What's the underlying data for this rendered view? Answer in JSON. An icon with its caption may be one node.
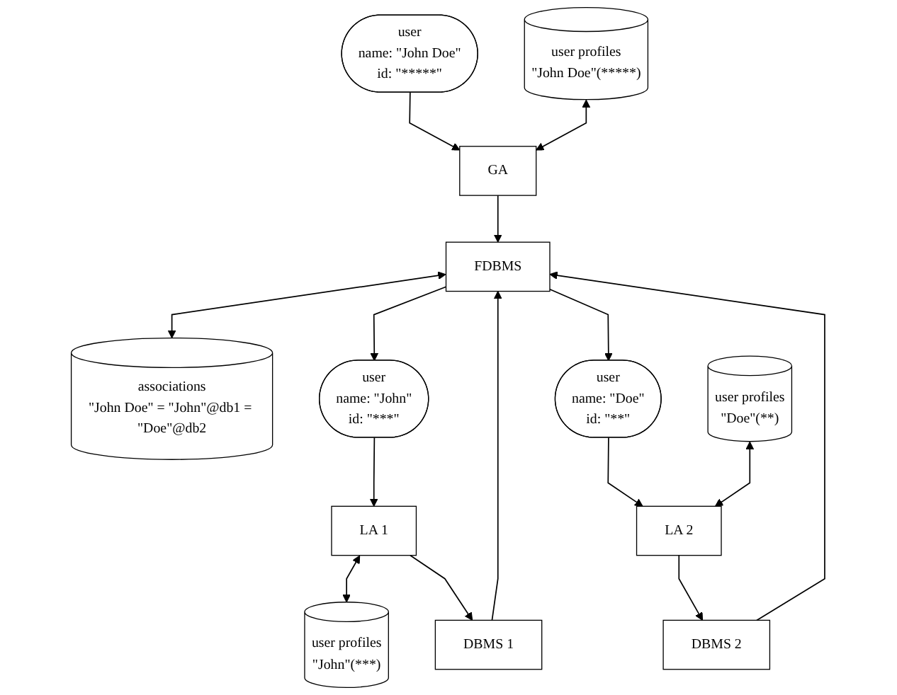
{
  "diagram": {
    "nodes": [
      {
        "text": [
          "user",
          "name: \"John Doe\"",
          "id: \"*****\""
        ]
      },
      {
        "text": [
          "GA"
        ]
      },
      {
        "text": [
          "user profiles",
          "\"John Doe\"(*****)"
        ]
      },
      {
        "text": [
          "associations",
          "\"John Doe\" = \"John\"@db1 = \"Doe\"@db2"
        ]
      },
      {
        "text": [
          "FDBMS"
        ]
      },
      {
        "text": [
          "user",
          "name: \"John\"",
          "id: \"***\""
        ]
      },
      {
        "text": [
          "user",
          "name: \"Doe\"",
          "id: \"**\""
        ]
      },
      {
        "text": [
          "user profiles",
          "\"John\"(***)"
        ]
      },
      {
        "text": [
          "LA 1"
        ]
      },
      {
        "text": [
          "LA 2"
        ]
      },
      {
        "text": [
          "user profiles",
          "\"Doe\"(**)"
        ]
      },
      {
        "text": [
          "DBMS 1"
        ]
      },
      {
        "text": [
          "DBMS 2"
        ]
      }
    ],
    "edges": [
      {
        "from": 0,
        "to": 1,
        "arrow": "to"
      },
      {
        "from": 1,
        "to": 2,
        "arrow": "both"
      },
      {
        "from": 1,
        "to": 4,
        "arrow": "to"
      },
      {
        "from": 3,
        "to": 4,
        "arrow": "both"
      },
      {
        "from": 4,
        "to": 5,
        "arrow": "to"
      },
      {
        "from": 4,
        "to": 6,
        "arrow": "to"
      },
      {
        "from": 5,
        "to": 8,
        "arrow": "to"
      },
      {
        "from": 6,
        "to": 9,
        "arrow": "to"
      },
      {
        "from": 7,
        "to": 8,
        "arrow": "both"
      },
      {
        "from": 9,
        "to": 10,
        "arrow": "both"
      },
      {
        "from": 8,
        "to": 11,
        "arrow": "to"
      },
      {
        "from": 11,
        "to": 4,
        "arrow": "to"
      },
      {
        "from": 12,
        "to": 4,
        "arrow": "to"
      },
      {
        "from": 9,
        "to": 12,
        "arrow": "to"
      }
    ]
  }
}
